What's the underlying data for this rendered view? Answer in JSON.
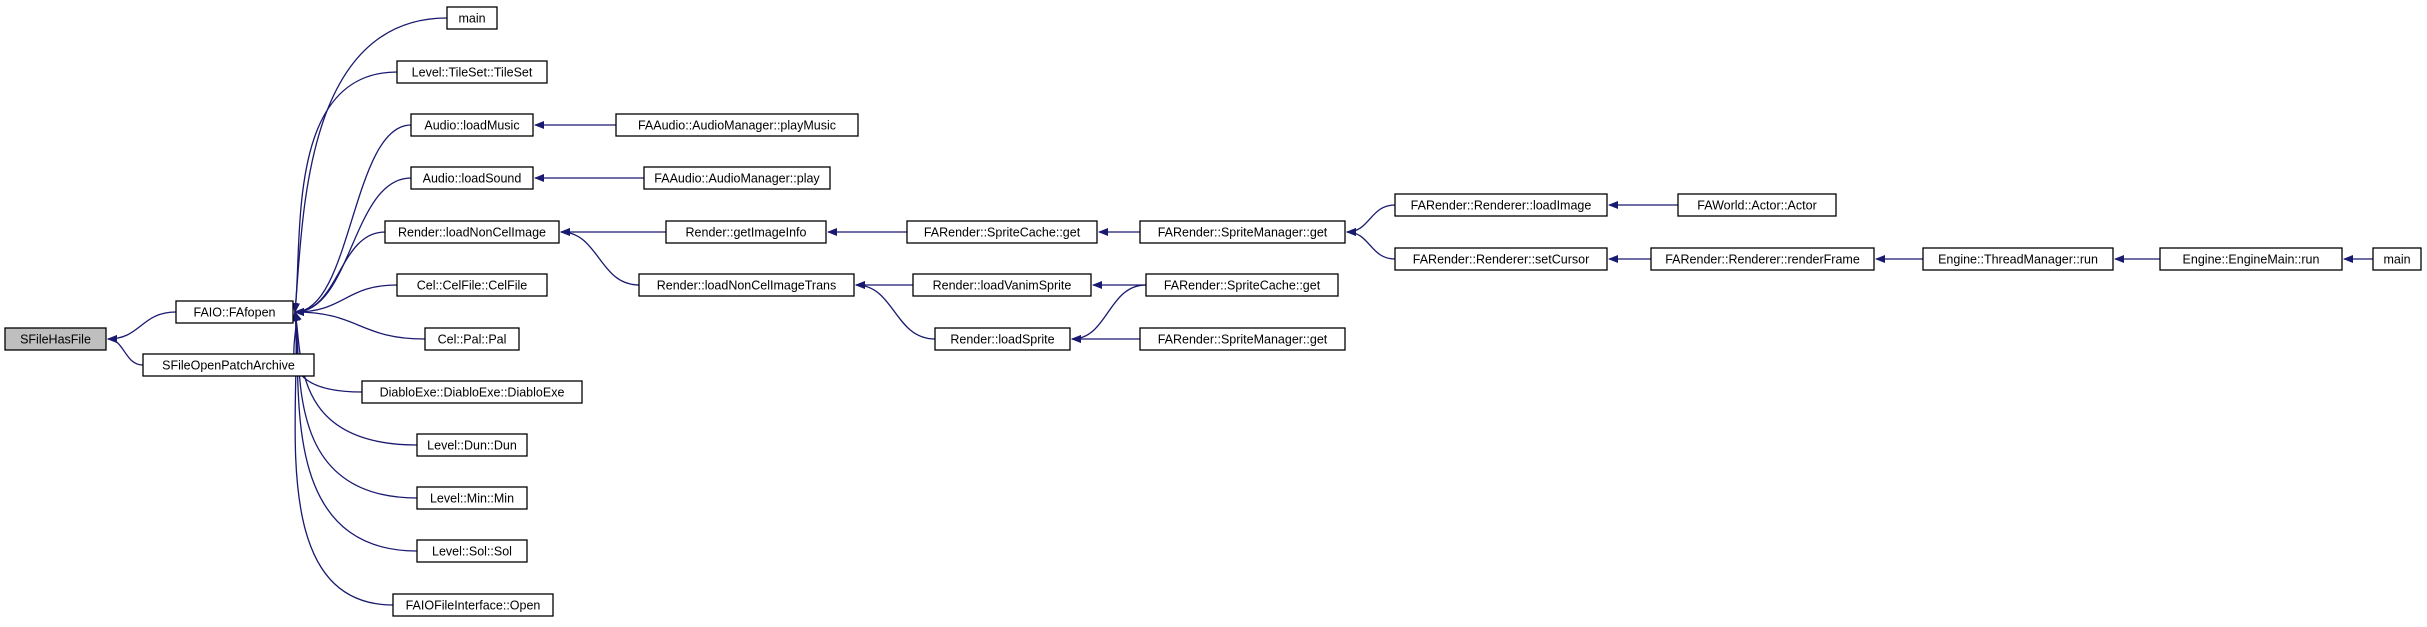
{
  "colors": {
    "edge": "#191970",
    "node_border": "#000000",
    "node_fill": "#ffffff",
    "root_fill": "#bfbfbf"
  },
  "nodes": [
    {
      "id": "n0",
      "label": "SFileHasFile",
      "root": true
    },
    {
      "id": "n1",
      "label": "FAIO::FAfopen"
    },
    {
      "id": "n2",
      "label": "SFileOpenPatchArchive"
    },
    {
      "id": "n3",
      "label": "main"
    },
    {
      "id": "n4",
      "label": "Level::TileSet::TileSet"
    },
    {
      "id": "n5",
      "label": "Audio::loadMusic"
    },
    {
      "id": "n6",
      "label": "Audio::loadSound"
    },
    {
      "id": "n7",
      "label": "Render::loadNonCelImage"
    },
    {
      "id": "n8",
      "label": "Cel::CelFile::CelFile"
    },
    {
      "id": "n9",
      "label": "Cel::Pal::Pal"
    },
    {
      "id": "n10",
      "label": "DiabloExe::DiabloExe::DiabloExe"
    },
    {
      "id": "n11",
      "label": "Level::Dun::Dun"
    },
    {
      "id": "n12",
      "label": "Level::Min::Min"
    },
    {
      "id": "n13",
      "label": "Level::Sol::Sol"
    },
    {
      "id": "n14",
      "label": "FAIOFileInterface::Open"
    },
    {
      "id": "n15",
      "label": "FAAudio::AudioManager::playMusic"
    },
    {
      "id": "n16",
      "label": "FAAudio::AudioManager::play"
    },
    {
      "id": "n17",
      "label": "Render::getImageInfo"
    },
    {
      "id": "n18",
      "label": "Render::loadNonCelImageTrans"
    },
    {
      "id": "n19",
      "label": "FARender::SpriteCache::get"
    },
    {
      "id": "n20",
      "label": "Render::loadVanimSprite"
    },
    {
      "id": "n21",
      "label": "Render::loadSprite"
    },
    {
      "id": "n22",
      "label": "FARender::SpriteManager::get"
    },
    {
      "id": "n23",
      "label": "FARender::SpriteCache::get"
    },
    {
      "id": "n24",
      "label": "FARender::SpriteManager::get"
    },
    {
      "id": "n25",
      "label": "FARender::Renderer::loadImage"
    },
    {
      "id": "n26",
      "label": "FARender::Renderer::setCursor"
    },
    {
      "id": "n27",
      "label": "FAWorld::Actor::Actor"
    },
    {
      "id": "n28",
      "label": "FARender::Renderer::renderFrame"
    },
    {
      "id": "n29",
      "label": "Engine::ThreadManager::run"
    },
    {
      "id": "n30",
      "label": "Engine::EngineMain::run"
    },
    {
      "id": "n31",
      "label": "main"
    }
  ],
  "edges": [
    [
      "n1",
      "n0"
    ],
    [
      "n2",
      "n0"
    ],
    [
      "n3",
      "n1"
    ],
    [
      "n4",
      "n1"
    ],
    [
      "n5",
      "n1"
    ],
    [
      "n6",
      "n1"
    ],
    [
      "n7",
      "n1"
    ],
    [
      "n8",
      "n1"
    ],
    [
      "n9",
      "n1"
    ],
    [
      "n10",
      "n1"
    ],
    [
      "n11",
      "n1"
    ],
    [
      "n12",
      "n1"
    ],
    [
      "n13",
      "n1"
    ],
    [
      "n14",
      "n1"
    ],
    [
      "n15",
      "n5"
    ],
    [
      "n16",
      "n6"
    ],
    [
      "n17",
      "n7"
    ],
    [
      "n18",
      "n7"
    ],
    [
      "n19",
      "n17"
    ],
    [
      "n20",
      "n18"
    ],
    [
      "n21",
      "n18"
    ],
    [
      "n22",
      "n19"
    ],
    [
      "n23",
      "n20"
    ],
    [
      "n23",
      "n21"
    ],
    [
      "n24",
      "n21"
    ],
    [
      "n25",
      "n22"
    ],
    [
      "n26",
      "n22"
    ],
    [
      "n27",
      "n25"
    ],
    [
      "n28",
      "n26"
    ],
    [
      "n29",
      "n28"
    ],
    [
      "n30",
      "n29"
    ],
    [
      "n31",
      "n30"
    ]
  ]
}
